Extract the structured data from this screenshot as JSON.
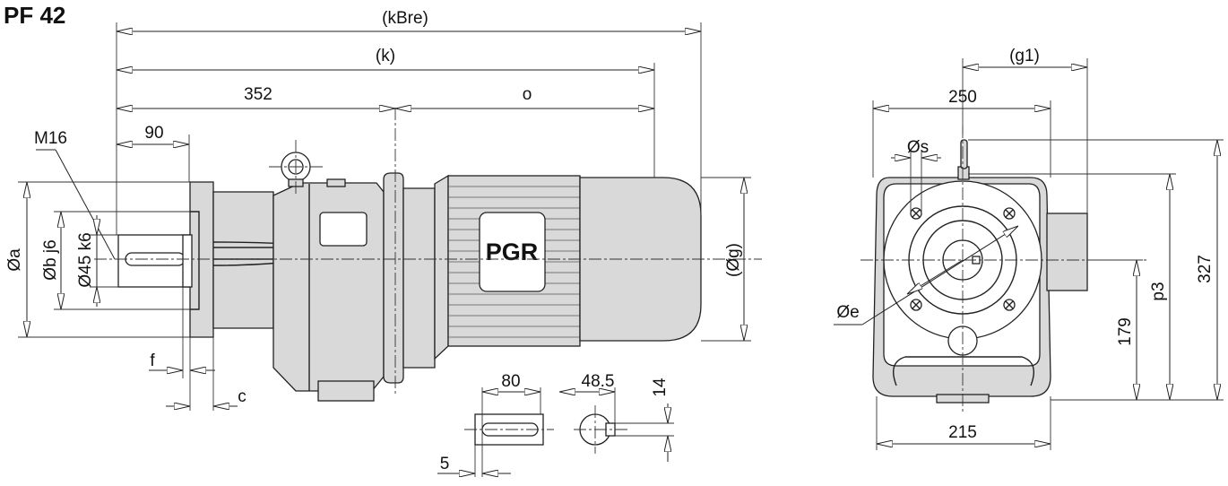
{
  "title": "PF 42",
  "brand": {
    "logo_text": "PGR"
  },
  "side_view": {
    "dim_kbre": "(kBre)",
    "dim_k": "(k)",
    "dim_352": "352",
    "dim_o": "o",
    "dim_90": "90",
    "thread": "M16",
    "dia_a": "Øa",
    "dia_b": "Øb j6",
    "dia_shaft": "Ø45 k6",
    "dia_g": "(Øg)",
    "dim_f": "f",
    "dim_c": "c"
  },
  "key_detail": {
    "dim_80": "80",
    "dim_5": "5",
    "dim_48_5": "48.5",
    "dim_14": "14"
  },
  "end_view": {
    "dim_g1": "(g1)",
    "dim_250": "250",
    "dia_s": "Øs",
    "dia_e": "Øe",
    "dim_179": "179",
    "dim_p3": "p3",
    "dim_327": "327",
    "dim_215": "215"
  }
}
